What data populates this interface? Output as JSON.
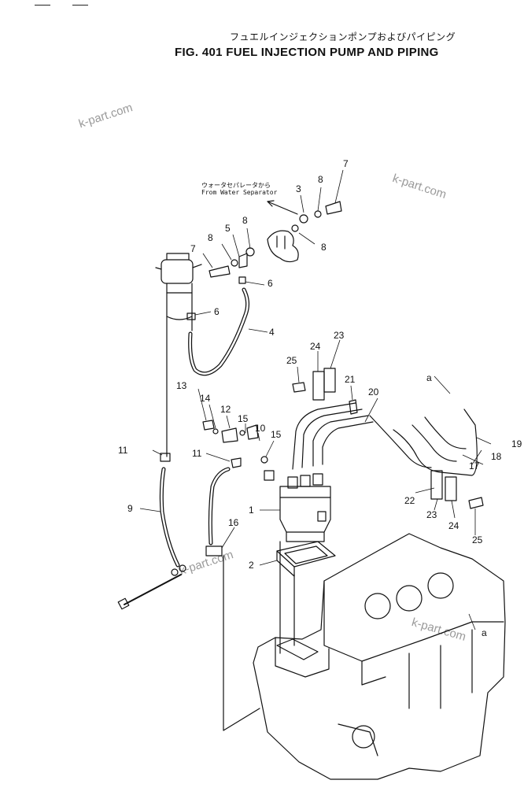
{
  "title_ja": "フュエルインジェクションポンプおよびパイピング",
  "title_en": "FIG. 401  FUEL INJECTION PUMP AND PIPING",
  "note_ja": "ウォータセパレータから",
  "note_en": "From Water Separator",
  "watermark": "k-part.com"
}
